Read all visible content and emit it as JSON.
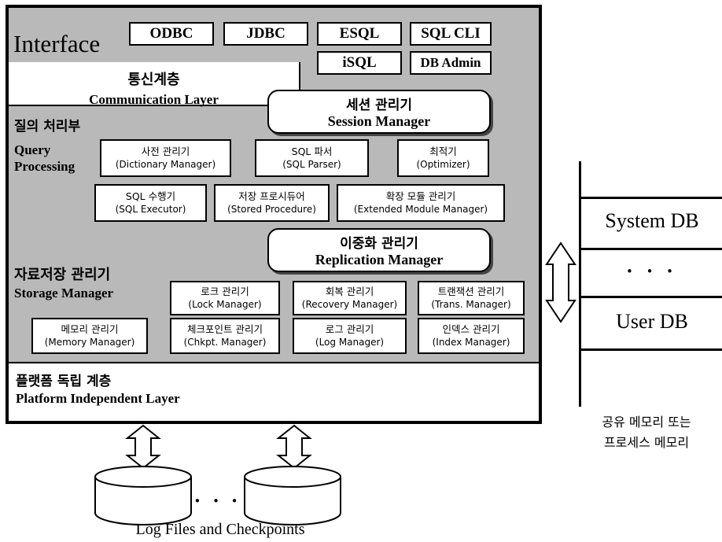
{
  "interface": {
    "title": "Interface",
    "buttons": [
      "ODBC",
      "JDBC",
      "ESQL",
      "SQL CLI",
      "iSQL",
      "DB Admin"
    ]
  },
  "communication": {
    "ko": "통신계층",
    "en": "Communication Layer"
  },
  "session": {
    "ko": "세션 관리기",
    "en": "Session Manager"
  },
  "query": {
    "ko": "질의 처리부",
    "en_line1": "Query",
    "en_line2": "Processing",
    "modules": [
      {
        "ko": "사전 관리기",
        "en": "(Dictionary Manager)"
      },
      {
        "ko": "SQL 파서",
        "en": "(SQL Parser)"
      },
      {
        "ko": "최적기",
        "en": "(Optimizer)"
      },
      {
        "ko": "SQL 수행기",
        "en": "(SQL Executor)"
      },
      {
        "ko": "저장 프로시듀어",
        "en": "(Stored Procedure)"
      },
      {
        "ko": "확장 모듈 관리기",
        "en": "(Extended Module Manager)"
      }
    ]
  },
  "replication": {
    "ko": "이중화 관리기",
    "en": "Replication Manager"
  },
  "storage": {
    "ko": "자료저장 관리기",
    "en": "Storage Manager",
    "modules": [
      {
        "ko": "로크 관리기",
        "en": "(Lock Manager)"
      },
      {
        "ko": "회복 관리기",
        "en": "(Recovery Manager)"
      },
      {
        "ko": "트랜잭션 관리기",
        "en": "(Trans. Manager)"
      },
      {
        "ko": "메모리 관리기",
        "en": "(Memory Manager)"
      },
      {
        "ko": "체크포인트 관리기",
        "en": "(Chkpt. Manager)"
      },
      {
        "ko": "로그 관리기",
        "en": "(Log Manager)"
      },
      {
        "ko": "인덱스 관리기",
        "en": "(Index Manager)"
      }
    ]
  },
  "platform": {
    "ko": "플랫폼 독립 계층",
    "en": "Platform Independent Layer"
  },
  "database": {
    "items": [
      "System DB",
      "• • •",
      "User DB"
    ],
    "note_line1": "공유 메모리 또는",
    "note_line2": "프로세스 메모리"
  },
  "storage_files": {
    "dots": "• • •",
    "label": "Log Files and Checkpoints"
  }
}
